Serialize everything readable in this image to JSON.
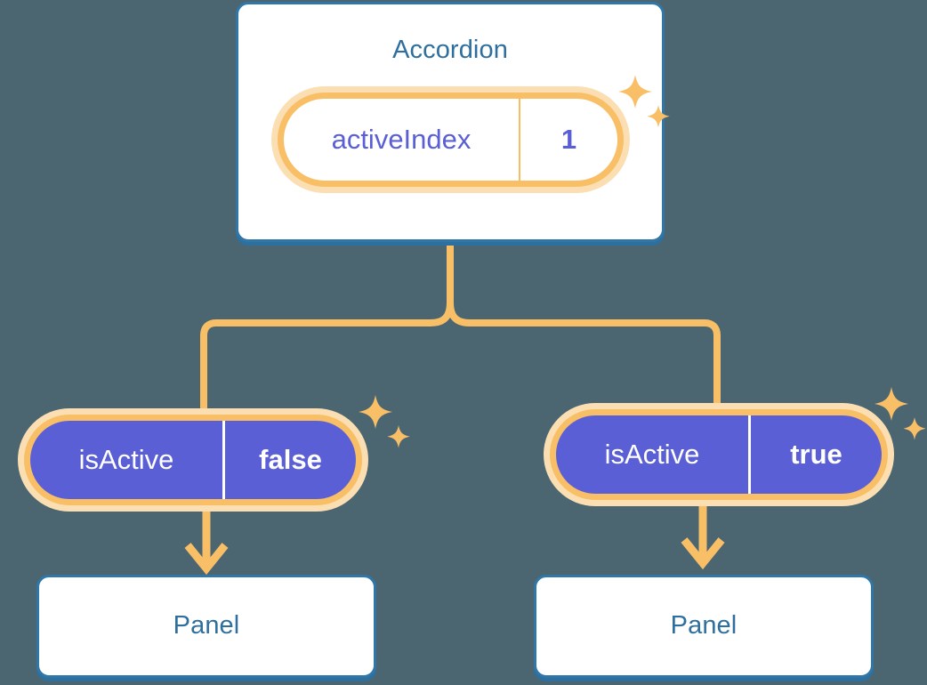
{
  "theme": {
    "background": "#4c6671",
    "card_border": "#3077a8",
    "card_shadow": "#2d6f9e",
    "title_text": "#2f6f9e",
    "accent_orange": "#f8bf66",
    "accent_orange_glow": "#fbdfb3",
    "pill_purple": "#5b5fd6",
    "pill_text_light": "#ffffff",
    "card_surface": "#ffffff"
  },
  "diagram": {
    "type": "component-state-tree",
    "root": {
      "title": "Accordion",
      "state": {
        "key": "activeIndex",
        "value": "1"
      },
      "sparkle_icon": "sparkle-icon"
    },
    "branches": [
      {
        "id": "left",
        "prop": {
          "key": "isActive",
          "value": "false"
        },
        "child": {
          "title": "Panel"
        },
        "sparkle_icon": "sparkle-icon",
        "arrow_icon": "arrow-down-icon"
      },
      {
        "id": "right",
        "prop": {
          "key": "isActive",
          "value": "true"
        },
        "child": {
          "title": "Panel"
        },
        "sparkle_icon": "sparkle-icon",
        "arrow_icon": "arrow-down-icon"
      }
    ]
  }
}
